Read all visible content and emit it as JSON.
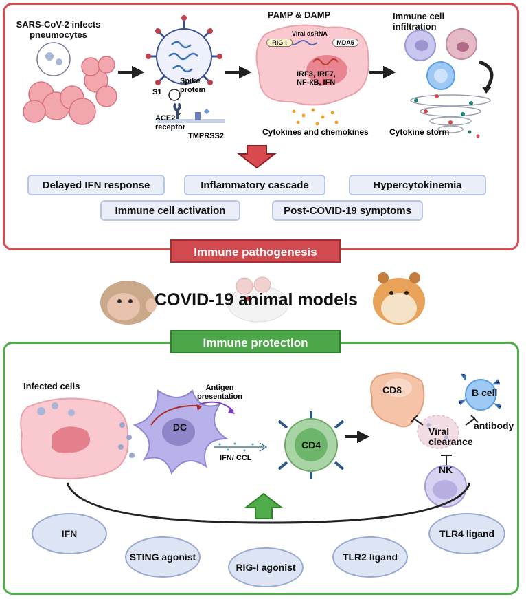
{
  "top": {
    "steps": {
      "infection": "SARS-CoV-2 infects pneumocytes",
      "pamp_title": "PAMP & DAMP",
      "viral_dsrna": "Viral dsRNA",
      "rig_i": "RIG-I",
      "mda5": "MDA5",
      "irf": "IRF3, IRF7,",
      "nfkb": "NF-κB, IFN",
      "cytokines": "Cytokines and chemokines",
      "infiltration": "Immune cell infiltration",
      "storm": "Cytokine storm",
      "s1": "S1",
      "spike": "Spike protein",
      "ace2": "ACE2 receptor",
      "tmprss2": "TMPRSS2"
    },
    "outcomes": [
      "Delayed IFN response",
      "Inflammatory cascade",
      "Hypercytokinemia",
      "Immune cell activation",
      "Post-COVID-19 symptoms"
    ],
    "banner": "Immune pathogenesis"
  },
  "middle": {
    "title": "COVID-19 animal models"
  },
  "bottom": {
    "banner": "Immune protection",
    "infected_cells": "Infected cells",
    "antigen": "Antigen presentation",
    "dc": "DC",
    "ifn_ccl": "IFN/ CCL",
    "cd4": "CD4",
    "cd8": "CD8",
    "b_cell": "B cell",
    "antibody": "antibody",
    "viral_clearance": "Viral clearance",
    "nk": "NK",
    "agents": [
      "IFN",
      "STING agonist",
      "RIG-I agonist",
      "TLR2 ligand",
      "TLR4 ligand"
    ]
  },
  "colors": {
    "red": "#d14a50",
    "green": "#4ea64a",
    "box": "#e9eef8"
  }
}
